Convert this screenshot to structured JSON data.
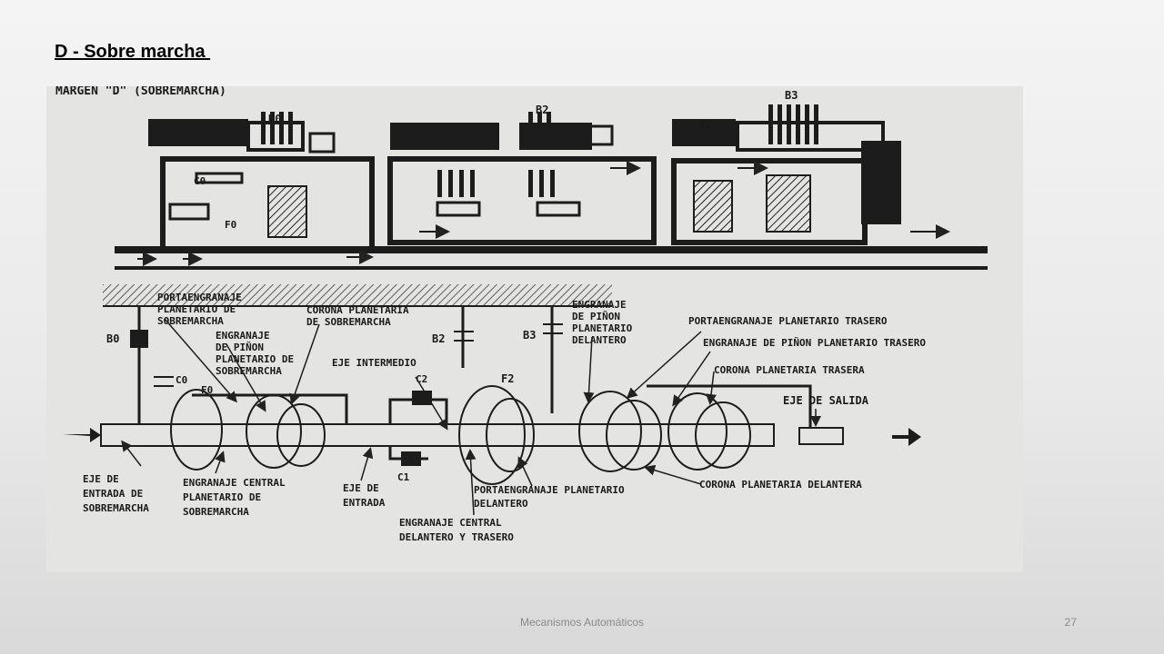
{
  "slide": {
    "title": "D - Sobre marcha ",
    "footer": "Mecanismos Automáticos",
    "page_number": "27"
  },
  "diagram": {
    "heading": "MARGEN \"D\" (SOBREMARCHA)",
    "top_labels": {
      "b0": "B0",
      "b2": "B2",
      "b3": "B3",
      "c0": "C0",
      "f0": "F0",
      "f2": "F2"
    },
    "labels": {
      "portaengranaje_sobremarcha": [
        "PORTAENGRANAJE",
        "PLANETARIO DE",
        "SOBREMARCHA"
      ],
      "corona_sobremarcha": [
        "CORONA PLANETARIA",
        "DE SOBREMARCHA"
      ],
      "engranaje_pinon_sobremarcha": [
        "ENGRANAJE",
        "DE PIÑON",
        "PLANETARIO DE",
        "SOBREMARCHA"
      ],
      "b0": "B0",
      "c0": "C0",
      "f0": "F0",
      "eje_intermedio": "EJE INTERMEDIO",
      "c2": "C2",
      "c1": "C1",
      "b2": "B2",
      "b3": "B3",
      "f2": "F2",
      "engranaje_pinon_delantero": [
        "ENGRANAJE",
        "DE PIÑON",
        "PLANETARIO",
        "DELANTERO"
      ],
      "portaengranaje_trasero": "PORTAENGRANAJE PLANETARIO TRASERO",
      "engranaje_pinon_trasero": "ENGRANAJE DE PIÑON PLANETARIO TRASERO",
      "corona_trasera": "CORONA PLANETARIA TRASERA",
      "eje_salida": "EJE DE SALIDA",
      "eje_entrada_sobremarcha": [
        "EJE DE",
        "ENTRADA DE",
        "SOBREMARCHA"
      ],
      "engranaje_central_sobremarcha": [
        "ENGRANAJE CENTRAL",
        "PLANETARIO DE",
        "SOBREMARCHA"
      ],
      "eje_entrada": [
        "EJE DE",
        "ENTRADA"
      ],
      "portaengranaje_delantero": [
        "PORTAENGRANAJE PLANETARIO",
        "DELANTERO"
      ],
      "corona_delantera": "CORONA PLANETARIA DELANTERA",
      "engranaje_central_delantero": [
        "ENGRANAJE CENTRAL",
        "DELANTERO Y TRASERO"
      ]
    }
  }
}
